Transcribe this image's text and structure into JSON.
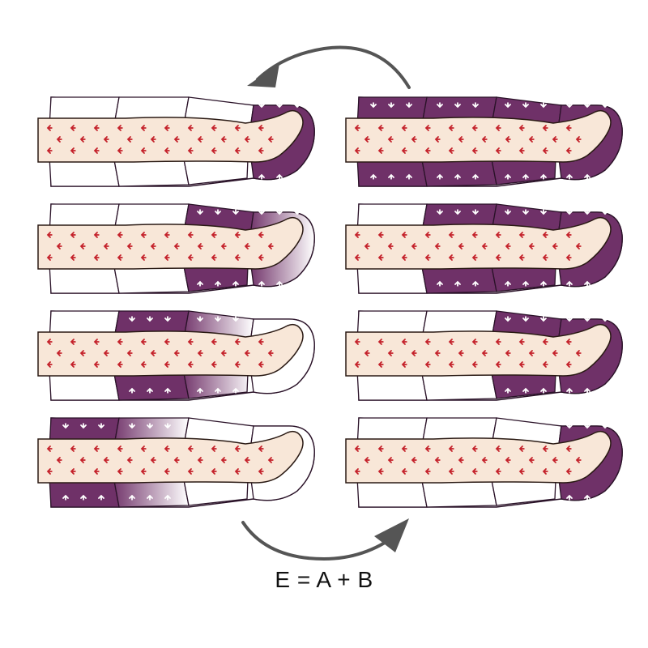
{
  "formula": "E = A + B",
  "colors": {
    "cuff": "#6f3168",
    "cuff_stroke": "#2a1228",
    "leg": "#f8e7d8",
    "leg_stroke": "#2a1a14",
    "red_arrow": "#c4212a",
    "white_arrow": "#ffffff",
    "rotation_arrow": "#555555"
  },
  "panels": [
    {
      "filled": [
        false,
        false,
        false,
        true
      ]
    },
    {
      "filled": [
        true,
        true,
        true,
        true
      ]
    },
    {
      "filled": [
        false,
        false,
        true,
        "fade"
      ]
    },
    {
      "filled": [
        false,
        true,
        true,
        true
      ]
    },
    {
      "filled": [
        false,
        true,
        "fade",
        false
      ]
    },
    {
      "filled": [
        false,
        false,
        true,
        true
      ]
    },
    {
      "filled": [
        true,
        "fade",
        false,
        false
      ]
    },
    {
      "filled": [
        false,
        false,
        false,
        true
      ]
    }
  ],
  "icons": {
    "cycle_top": "curved-arrow-left-icon",
    "cycle_bottom": "curved-arrow-right-icon"
  }
}
